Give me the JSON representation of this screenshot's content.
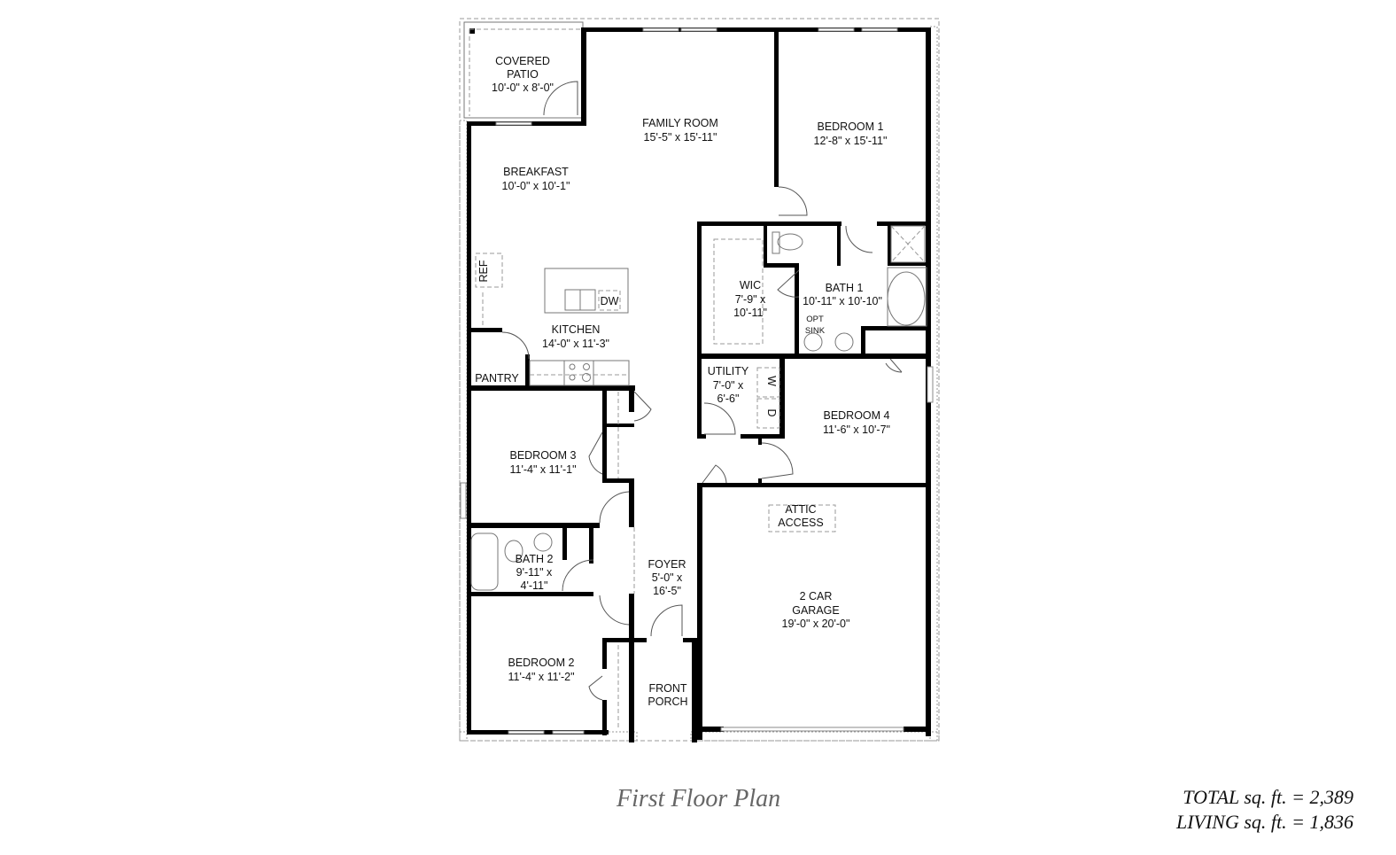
{
  "plan": {
    "title": "First Floor Plan",
    "totals": {
      "total": "TOTAL sq. ft. = 2,389",
      "living": "LIVING sq. ft. = 1,836"
    },
    "rooms": {
      "covered_patio": {
        "name1": "COVERED",
        "name2": "PATIO",
        "size": "10'-0\" x 8'-0\""
      },
      "family_room": {
        "name": "FAMILY ROOM",
        "size": "15'-5\" x 15'-11\""
      },
      "bedroom_1": {
        "name": "BEDROOM 1",
        "size": "12'-8\" x 15'-11\""
      },
      "breakfast": {
        "name": "BREAKFAST",
        "size": "10'-0\" x 10'-1\""
      },
      "kitchen": {
        "name": "KITCHEN",
        "size": "14'-0\" x 11'-3\""
      },
      "pantry": {
        "name": "PANTRY"
      },
      "wic": {
        "name": "WIC",
        "size1": "7'-9\" x",
        "size2": "10'-11\""
      },
      "bath_1": {
        "name": "BATH 1",
        "size": "10'-11\" x 10'-10\""
      },
      "utility": {
        "name": "UTILITY",
        "size1": "7'-0\" x",
        "size2": "6'-6\""
      },
      "bedroom_4": {
        "name": "BEDROOM 4",
        "size": "11'-6\" x 10'-7\""
      },
      "bedroom_3": {
        "name": "BEDROOM 3",
        "size": "11'-4\" x 11'-1\""
      },
      "bath_2": {
        "name": "BATH 2",
        "size1": "9'-11\" x",
        "size2": "4'-11\""
      },
      "foyer": {
        "name": "FOYER",
        "size1": "5'-0\" x",
        "size2": "16'-5\""
      },
      "garage": {
        "name1": "2 CAR",
        "name2": "GARAGE",
        "size": "19'-0\" x 20'-0\""
      },
      "bedroom_2": {
        "name": "BEDROOM 2",
        "size": "11'-4\" x 11'-2\""
      },
      "front_porch": {
        "name1": "FRONT",
        "name2": "PORCH"
      }
    },
    "fixtures": {
      "ref": "REF",
      "dw": "DW",
      "washer": "W",
      "dryer": "D",
      "opt_sink_1": "OPT",
      "opt_sink_2": "SINK",
      "attic_1": "ATTIC",
      "attic_2": "ACCESS"
    }
  }
}
